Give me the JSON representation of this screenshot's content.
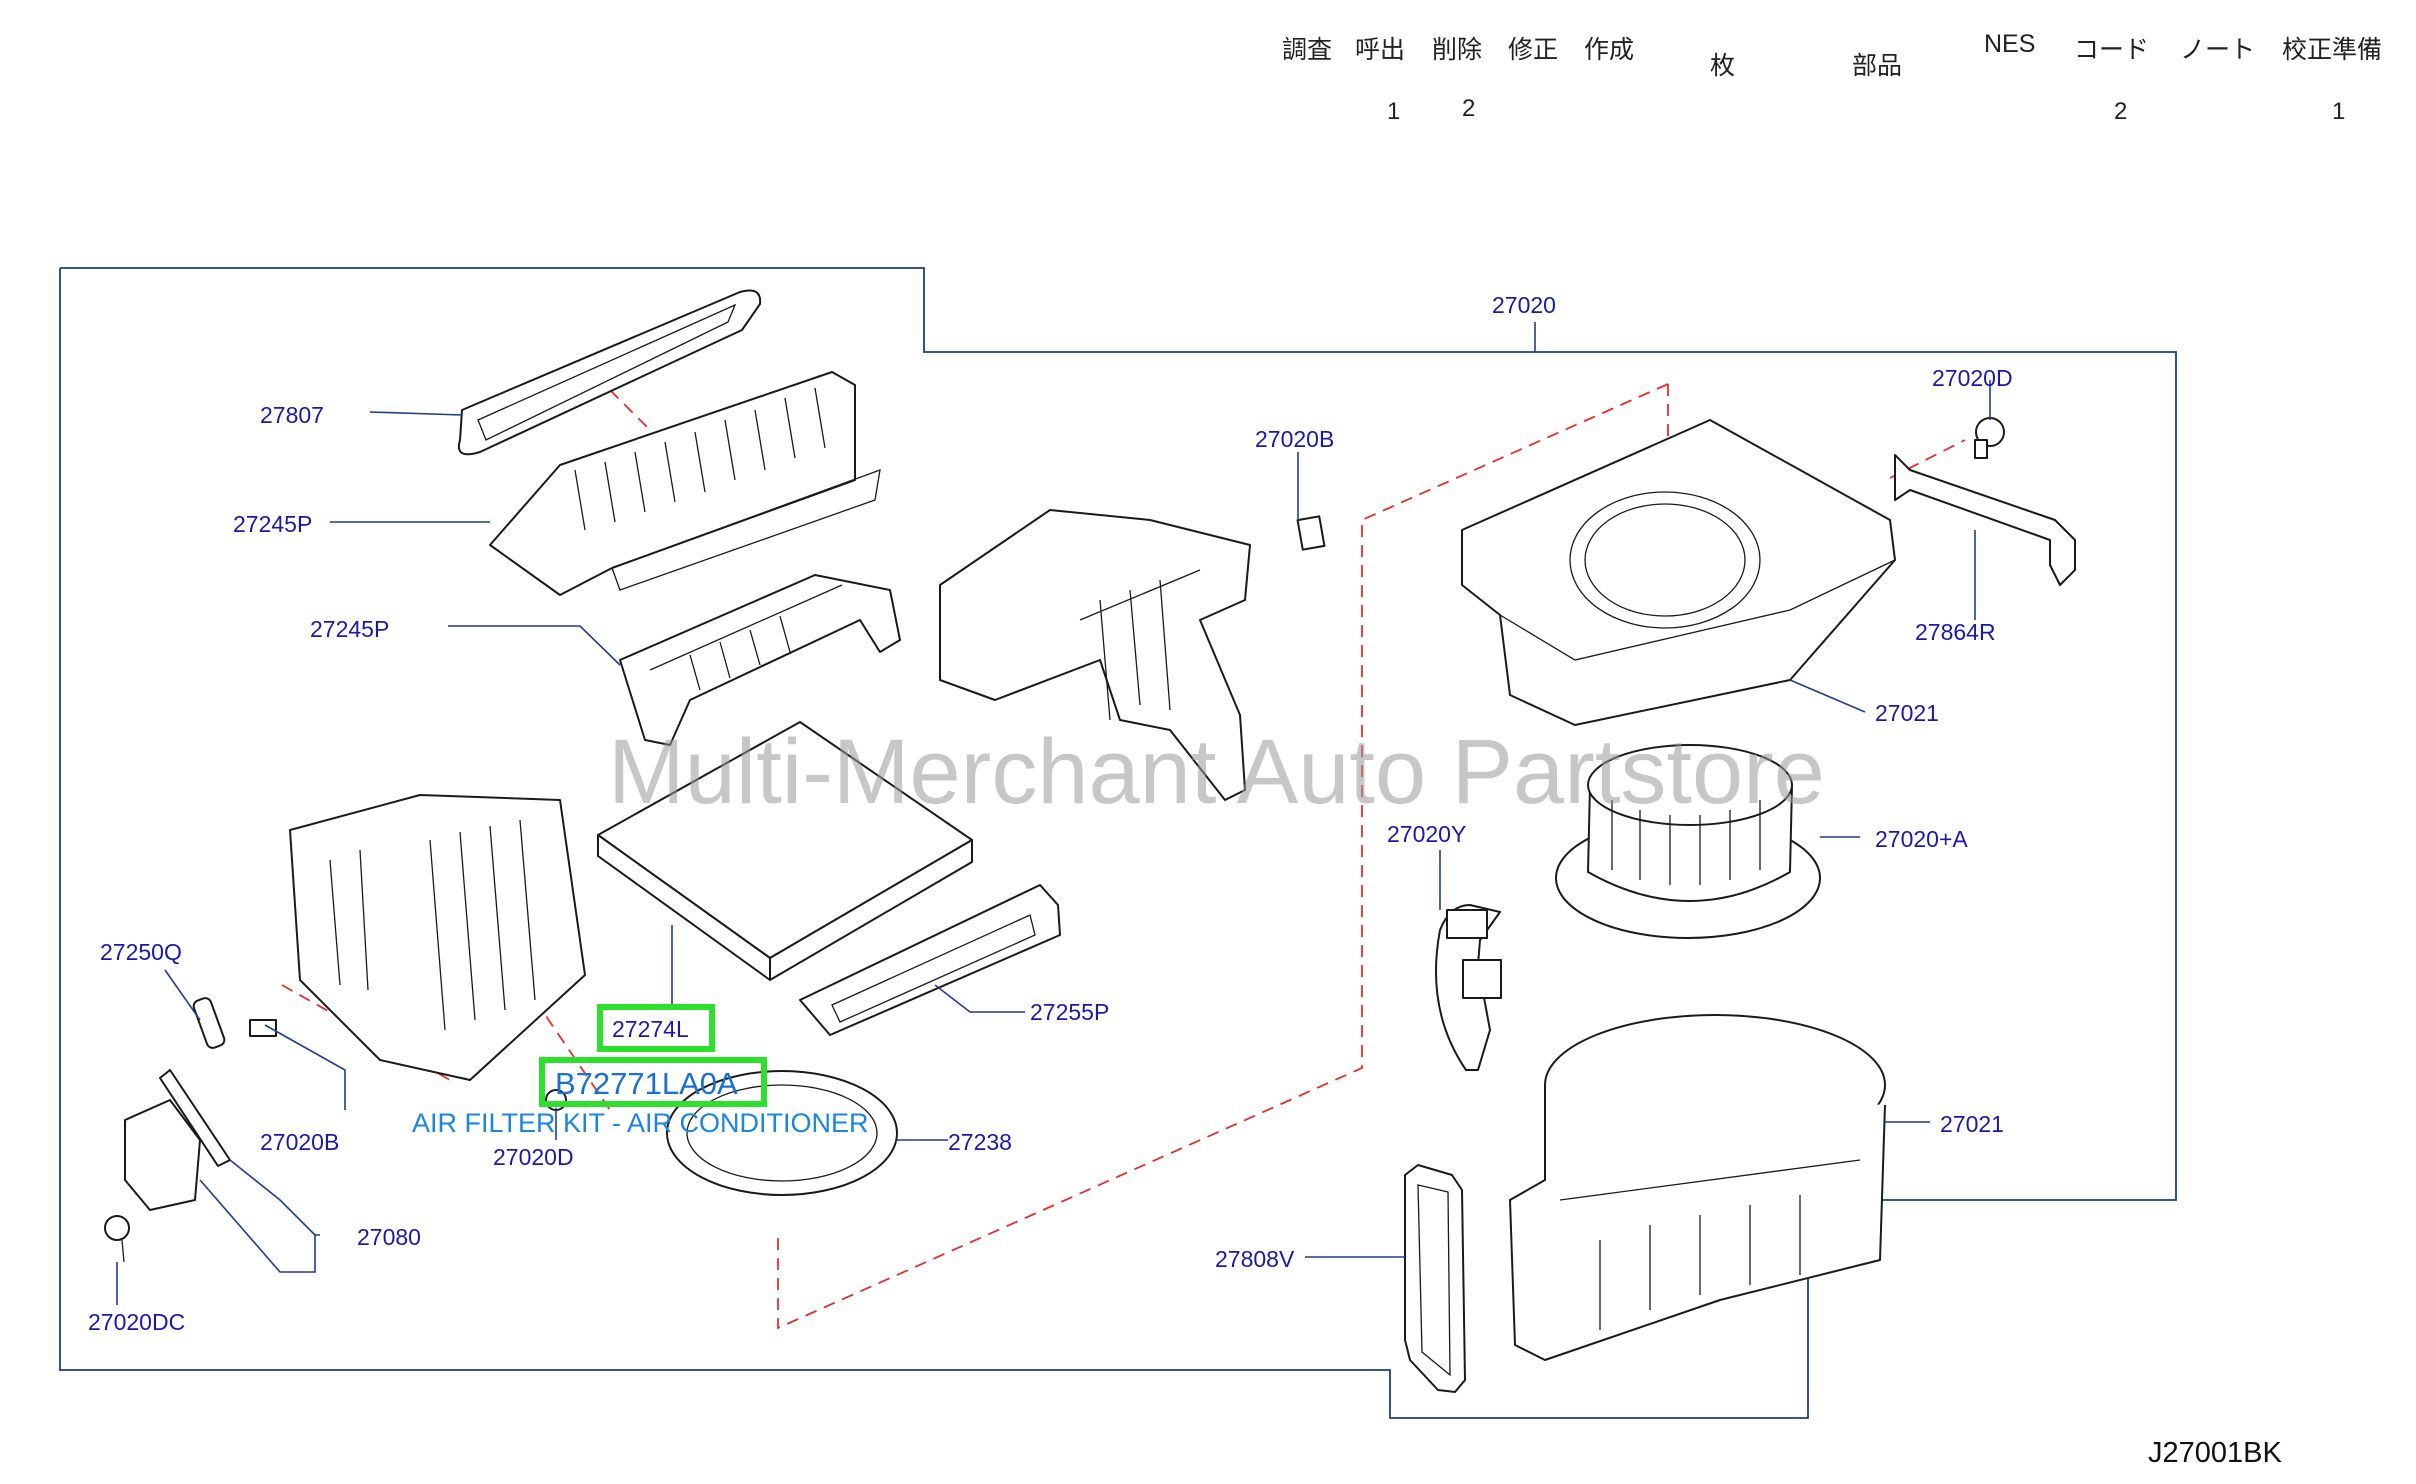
{
  "header": {
    "columns": [
      {
        "label": "調査",
        "count": ""
      },
      {
        "label": "呼出",
        "count": "1"
      },
      {
        "label": "削除",
        "count": "2"
      },
      {
        "label": "修正",
        "count": ""
      },
      {
        "label": "作成",
        "count": ""
      },
      {
        "label": "枚",
        "count": ""
      },
      {
        "label": "部品",
        "count": ""
      },
      {
        "label": "NES",
        "count": ""
      },
      {
        "label": "コード",
        "count": "2"
      },
      {
        "label": "ノート",
        "count": ""
      },
      {
        "label": "校正準備",
        "count": "1"
      }
    ]
  },
  "diagram": {
    "watermark": "Multi-Merchant Auto Partstore",
    "drawing_code": "J27001BK",
    "highlight": {
      "part_number": "B72771LA0A",
      "description": "AIR FILTER KIT - AIR CONDITIONER",
      "callout": "27274L"
    },
    "labels": [
      {
        "id": "27020",
        "text": "27020"
      },
      {
        "id": "27807",
        "text": "27807"
      },
      {
        "id": "27245P-a",
        "text": "27245P"
      },
      {
        "id": "27245P-b",
        "text": "27245P"
      },
      {
        "id": "27020B-top",
        "text": "27020B"
      },
      {
        "id": "27020D-top",
        "text": "27020D"
      },
      {
        "id": "27864R",
        "text": "27864R"
      },
      {
        "id": "27021-a",
        "text": "27021"
      },
      {
        "id": "27020+A",
        "text": "27020+A"
      },
      {
        "id": "27020Y",
        "text": "27020Y"
      },
      {
        "id": "27250Q",
        "text": "27250Q"
      },
      {
        "id": "27255P",
        "text": "27255P"
      },
      {
        "id": "27020B-left",
        "text": "27020B"
      },
      {
        "id": "27020D-mid",
        "text": "27020D"
      },
      {
        "id": "27238",
        "text": "27238"
      },
      {
        "id": "27021-b",
        "text": "27021"
      },
      {
        "id": "27080",
        "text": "27080"
      },
      {
        "id": "27808V",
        "text": "27808V"
      },
      {
        "id": "27020DC",
        "text": "27020DC"
      }
    ]
  }
}
